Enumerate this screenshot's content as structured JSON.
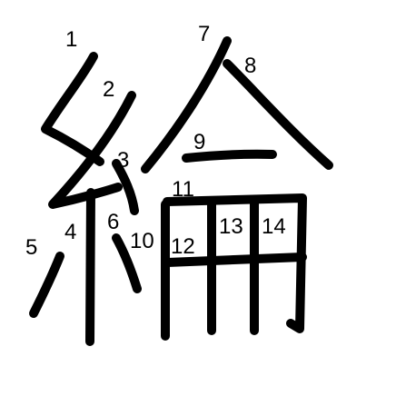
{
  "character": "綸",
  "stroke_color": "#000000",
  "label_color": "#000000",
  "stroke_numbers": [
    "1",
    "2",
    "3",
    "4",
    "5",
    "6",
    "7",
    "8",
    "9",
    "10",
    "11",
    "12",
    "13",
    "14"
  ]
}
